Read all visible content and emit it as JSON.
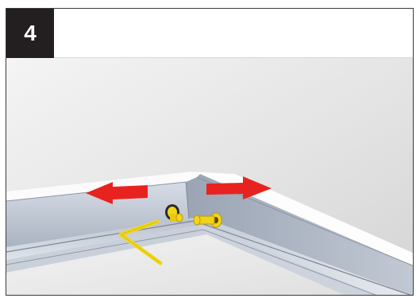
{
  "step": {
    "number": "4"
  },
  "illustration": {
    "subject": "frame-corner-assembly",
    "arrows": [
      "arrow-left",
      "arrow-right"
    ],
    "colors": {
      "arrow": "#e8231f",
      "hardware": "#f2d61a",
      "profile": "#c9d1de"
    }
  }
}
